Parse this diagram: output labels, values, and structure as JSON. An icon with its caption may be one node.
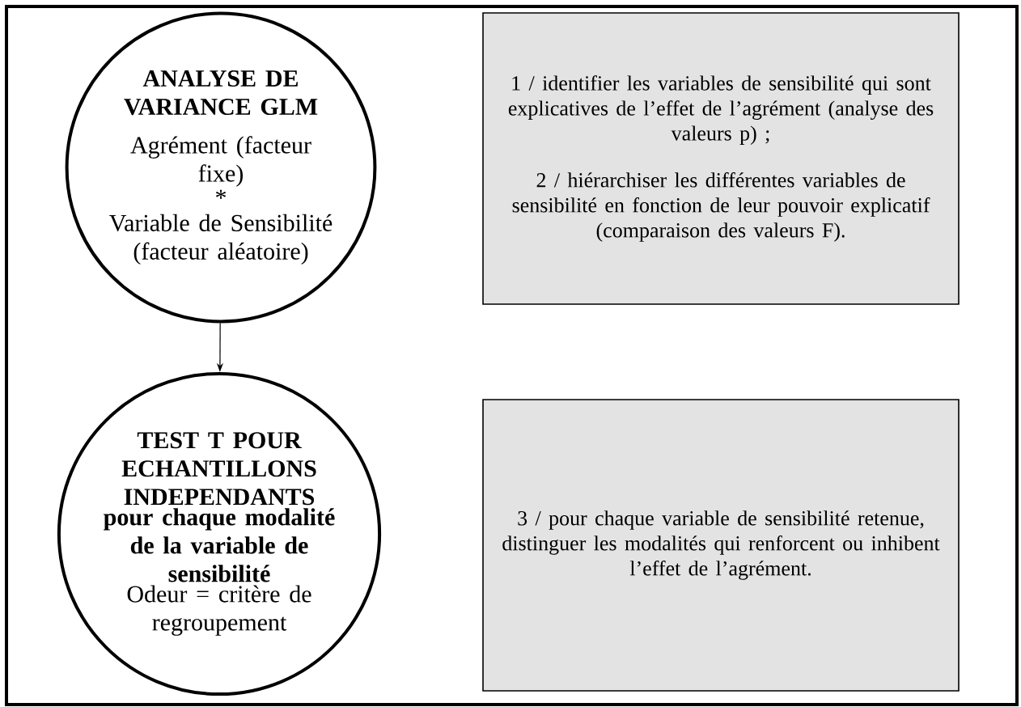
{
  "diagram": {
    "nodes": [
      {
        "text": [
          "ANALYSE DE VARIANCE GLM",
          "Agrément (facteur fixe)",
          "*",
          "Variable de Sensibilité (facteur aléatoire)"
        ]
      },
      {
        "text": [
          "TEST T POUR ECHANTILLONS INDEPENDANTS",
          "pour chaque modalité de la variable de sensibilité",
          "Odeur = critère de regroupement"
        ]
      },
      {
        "text": [
          "1 / identifier les variables de sensibilité qui sont explicatives de l’effet de l’agrément (analyse des valeurs p) ;",
          "2 / hiérarchiser les différentes variables de sensibilité en fonction de leur pouvoir explicatif (comparaison des valeurs F)."
        ]
      },
      {
        "text": [
          "3 / pour chaque variable de sensibilité retenue, distinguer les modalités qui renforcent ou inhibent l’effet de l’agrément."
        ]
      }
    ],
    "edges": [
      {
        "from": 0,
        "to": 1,
        "arrow": "to"
      }
    ]
  }
}
